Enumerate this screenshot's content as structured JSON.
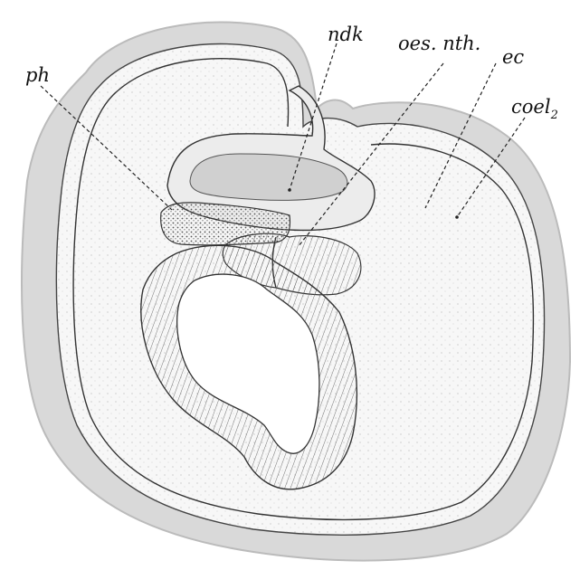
{
  "labels": {
    "ndk": "ndk",
    "oes_nth": "oes. nth.",
    "ec": "ec",
    "ph": "ph",
    "coel": "coel",
    "coel_sub": "2"
  },
  "colors": {
    "ink": "#222222",
    "outer_band": "#d9d9d9",
    "tissue": "#f5f5f5",
    "wall": "#9a9a9a"
  }
}
